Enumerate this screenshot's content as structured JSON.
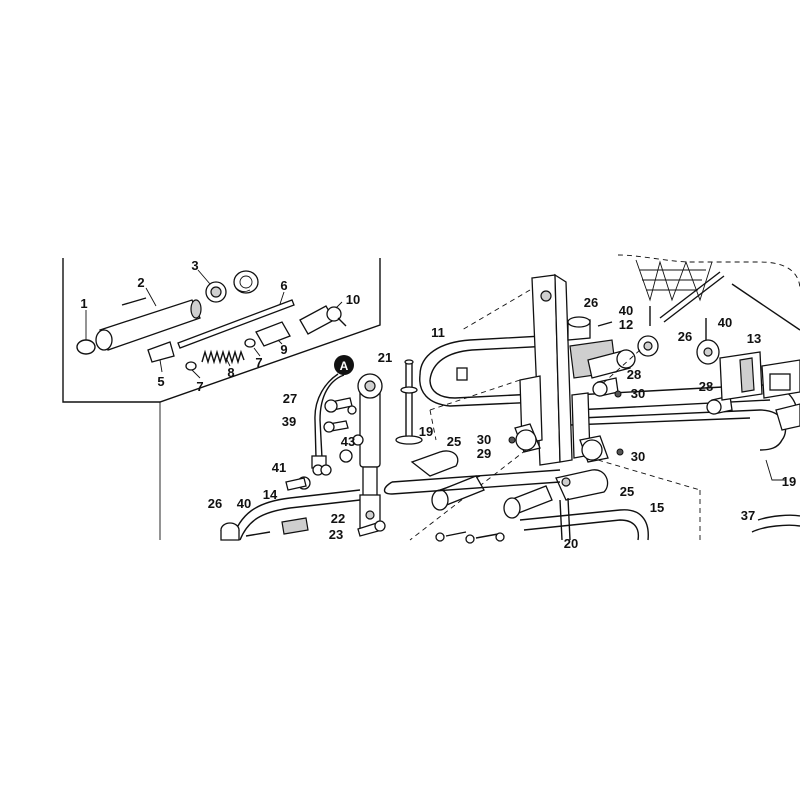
{
  "callout_letter": "A",
  "part_labels": [
    {
      "id": "p1",
      "text": "1"
    },
    {
      "id": "p2",
      "text": "2"
    },
    {
      "id": "p3",
      "text": "3"
    },
    {
      "id": "p5",
      "text": "5"
    },
    {
      "id": "p6",
      "text": "6"
    },
    {
      "id": "p7a",
      "text": "7"
    },
    {
      "id": "p7b",
      "text": "7"
    },
    {
      "id": "p8",
      "text": "8"
    },
    {
      "id": "p9",
      "text": "9"
    },
    {
      "id": "p10",
      "text": "10"
    },
    {
      "id": "p11",
      "text": "11"
    },
    {
      "id": "p12",
      "text": "12"
    },
    {
      "id": "p13",
      "text": "13"
    },
    {
      "id": "p14",
      "text": "14"
    },
    {
      "id": "p15",
      "text": "15"
    },
    {
      "id": "p19a",
      "text": "19"
    },
    {
      "id": "p19b",
      "text": "19"
    },
    {
      "id": "p20",
      "text": "20"
    },
    {
      "id": "p21",
      "text": "21"
    },
    {
      "id": "p22",
      "text": "22"
    },
    {
      "id": "p23",
      "text": "23"
    },
    {
      "id": "p25a",
      "text": "25"
    },
    {
      "id": "p25b",
      "text": "25"
    },
    {
      "id": "p26a",
      "text": "26"
    },
    {
      "id": "p26b",
      "text": "26"
    },
    {
      "id": "p26c",
      "text": "26"
    },
    {
      "id": "p27",
      "text": "27"
    },
    {
      "id": "p28a",
      "text": "28"
    },
    {
      "id": "p28b",
      "text": "28"
    },
    {
      "id": "p29",
      "text": "29"
    },
    {
      "id": "p30a",
      "text": "30"
    },
    {
      "id": "p30b",
      "text": "30"
    },
    {
      "id": "p30c",
      "text": "30"
    },
    {
      "id": "p37",
      "text": "37"
    },
    {
      "id": "p39",
      "text": "39"
    },
    {
      "id": "p40a",
      "text": "40"
    },
    {
      "id": "p40b",
      "text": "40"
    },
    {
      "id": "p40c",
      "text": "40"
    },
    {
      "id": "p41",
      "text": "41"
    },
    {
      "id": "p43",
      "text": "43"
    }
  ]
}
